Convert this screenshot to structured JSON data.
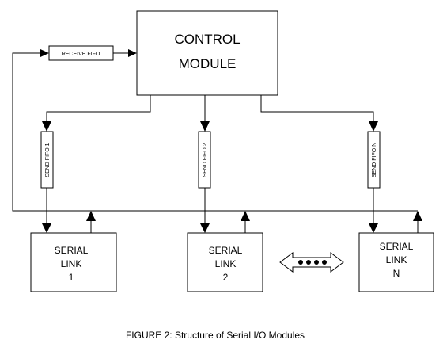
{
  "control_module": {
    "line1": "CONTROL",
    "line2": "MODULE"
  },
  "receive_fifo": "RECEIVE FIFO",
  "send_fifos": [
    "SEND FIFO 1",
    "SEND FIFO 2",
    "SEND FIFO N"
  ],
  "serial_links": [
    {
      "line1": "SERIAL",
      "line2": "LINK",
      "line3": "1"
    },
    {
      "line1": "SERIAL",
      "line2": "LINK",
      "line3": "2"
    },
    {
      "line1": "SERIAL",
      "line2": "LINK",
      "line3": "N"
    }
  ],
  "caption": "FIGURE 2:  Structure of Serial I/O Modules",
  "colors": {
    "ink": "#000000",
    "background": "#ffffff"
  }
}
